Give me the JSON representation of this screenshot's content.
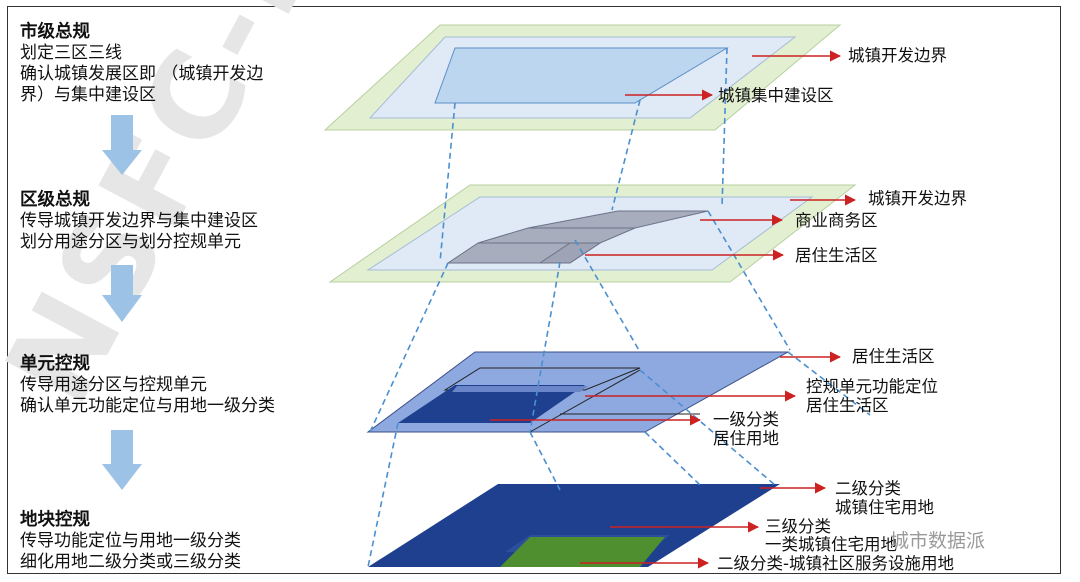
{
  "levels": [
    {
      "title": "市级总规",
      "lines": [
        "划定三区三线",
        "确认城镇发展区即 （城镇开发边",
        "界）与集中建设区"
      ]
    },
    {
      "title": "区级总规",
      "lines": [
        "传导城镇开发边界与集中建设区",
        "划分用途分区与划分控规单元"
      ]
    },
    {
      "title": "单元控规",
      "lines": [
        "传导用途分区与控规单元",
        "确认单元功能定位与用地一级分类"
      ]
    },
    {
      "title": "地块控规",
      "lines": [
        "传导功能定位与用地一级分类",
        "细化用地二级分类或三级分类"
      ]
    }
  ],
  "labels": {
    "l1a": "城镇开发边界",
    "l1b": "城镇集中建设区",
    "l2a": "城镇开发边界",
    "l2b": "商业商务区",
    "l2c": "居住生活区",
    "l3a": "居住生活区",
    "l3b1": "控规单元功能定位",
    "l3b2": "居住生活区",
    "l3c1": "一级分类",
    "l3c2": "居住用地",
    "l4a1": "二级分类",
    "l4a2": "城镇住宅用地",
    "l4b1": "三级分类",
    "l4b2": "一类城镇住宅用地",
    "l4c": "二级分类-城镇社区服务设施用地"
  },
  "watermark": "城市数据派",
  "background_watermark": "NSFC-H",
  "colors": {
    "outer_green": "#e2efd0",
    "light_blue": "#cfe2f3",
    "mid_blue": "#a9c9ea",
    "gray_block": "#a8adbd",
    "unit_blue": "#8da9e0",
    "dark_blue": "#1f3f8f",
    "green_fill": "#4f8f2f",
    "arrow_red": "#cc2222",
    "dash_blue": "#4a8fd0",
    "down_arrow": "#9cc3e6"
  }
}
